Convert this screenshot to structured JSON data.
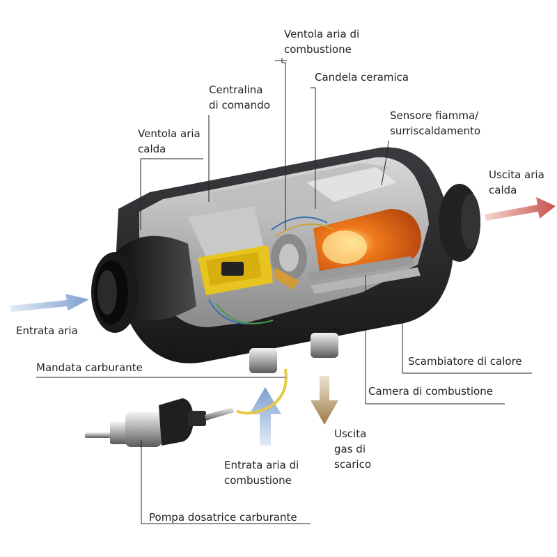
{
  "labels": {
    "ventola_aria_combustione": [
      "Ventola aria di",
      "combustione"
    ],
    "candela_ceramica": "Candela ceramica",
    "centralina_comando": [
      "Centralina",
      "di comando"
    ],
    "sensore_fiamma": [
      "Sensore fiamma/",
      "surriscaldamento"
    ],
    "ventola_aria_calda": [
      "Ventola aria",
      "calda"
    ],
    "uscita_aria_calda": [
      "Uscita aria",
      "calda"
    ],
    "entrata_aria": "Entrata aria",
    "mandata_carburante": "Mandata carburante",
    "scambiatore_calore": "Scambiatore di calore",
    "camera_combustione": "Camera di combustione",
    "uscita_gas_scarico": [
      "Uscita",
      "gas di",
      "scarico"
    ],
    "entrata_aria_combustione": [
      "Entrata aria di",
      "combustione"
    ],
    "pompa_dosatrice": "Pompa dosatrice carburante"
  },
  "colors": {
    "inlet_air_arrow": "#7f9fd0",
    "hot_air_arrow": "#c8504a",
    "exhaust_arrow": "#9c7c48",
    "housing": "#2b2b2e",
    "control_unit_yellow": "#e8c51e",
    "flame_core": "#f07a1a",
    "fuel_line": "#e6c84a"
  }
}
